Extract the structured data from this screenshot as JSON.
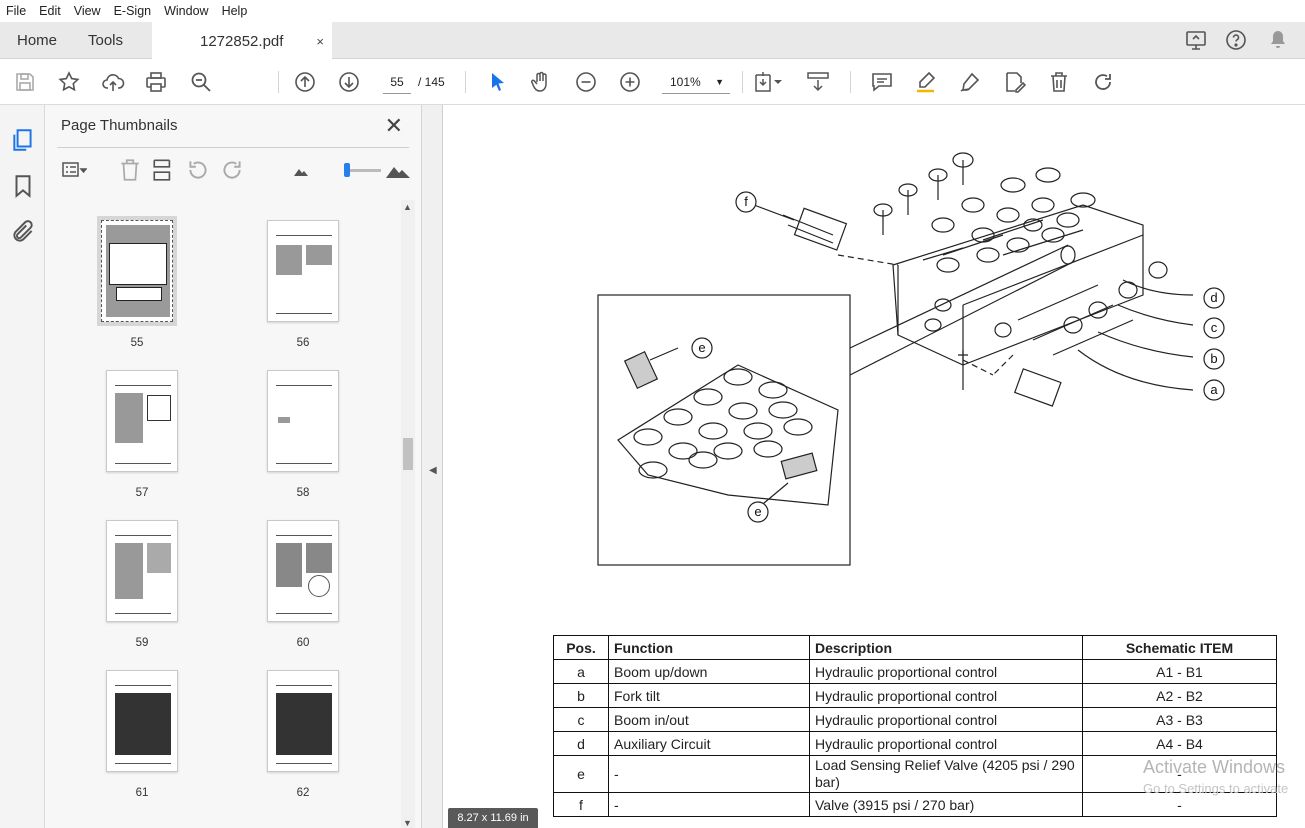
{
  "menu": [
    "File",
    "Edit",
    "View",
    "E-Sign",
    "Window",
    "Help"
  ],
  "tabs": {
    "home": "Home",
    "tools": "Tools",
    "doc": "1272852.pdf",
    "close": "×"
  },
  "toolbar": {
    "page": "55",
    "total": "/  145",
    "zoom": "101%"
  },
  "panel": {
    "title": "Page Thumbnails",
    "close": "✕"
  },
  "thumbs": [
    "55",
    "56",
    "57",
    "58",
    "59",
    "60",
    "61",
    "62"
  ],
  "diagram": {
    "callouts": [
      "a",
      "b",
      "c",
      "d",
      "e",
      "e",
      "f"
    ]
  },
  "table": {
    "headers": [
      "Pos.",
      "Function",
      "Description",
      "Schematic ITEM"
    ],
    "rows": [
      [
        "a",
        "Boom up/down",
        "Hydraulic proportional control",
        "A1 - B1"
      ],
      [
        "b",
        "Fork tilt",
        "Hydraulic proportional control",
        "A2 - B2"
      ],
      [
        "c",
        "Boom in/out",
        "Hydraulic proportional control",
        "A3 - B3"
      ],
      [
        "d",
        "Auxiliary Circuit",
        "Hydraulic proportional control",
        "A4 - B4"
      ],
      [
        "e",
        "-",
        "Load Sensing Relief Valve (4205 psi / 290 bar)",
        "-"
      ],
      [
        "f",
        "-",
        "Valve (3915 psi / 270 bar)",
        "-"
      ]
    ]
  },
  "status": {
    "size": "8.27 x 11.69 in"
  },
  "watermark": {
    "line1": "Activate Windows",
    "line2": "Go to Settings to activate"
  },
  "colors": {
    "accent": "#2680eb",
    "tabbar": "#e9e9e9"
  }
}
